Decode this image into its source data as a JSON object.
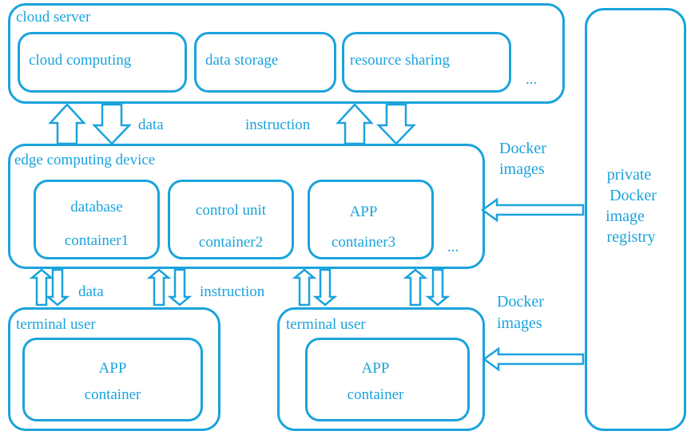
{
  "cloud_server": {
    "title": "cloud server",
    "modules": [
      "cloud computing",
      "data storage",
      "resource sharing"
    ],
    "more": "..."
  },
  "edge_device": {
    "title": "edge computing device",
    "containers": [
      {
        "top": "database",
        "bottom": "container1"
      },
      {
        "top": "control unit",
        "bottom": "container2"
      },
      {
        "top": "APP",
        "bottom": "container3"
      }
    ],
    "more": "..."
  },
  "terminals": [
    {
      "title": "terminal user",
      "top": "APP",
      "bottom": "container"
    },
    {
      "title": "terminal user",
      "top": "APP",
      "bottom": "container"
    }
  ],
  "registry": {
    "lines": [
      "private",
      "Docker",
      "image",
      "registry"
    ]
  },
  "labels": {
    "cloud_data": "data",
    "cloud_instruction": "instruction",
    "edge_data": "data",
    "edge_instruction": "instruction",
    "docker_images_top_1": "Docker",
    "docker_images_top_2": "images",
    "docker_images_bottom_1": "Docker",
    "docker_images_bottom_2": "images"
  },
  "colors": {
    "accent": "#1aa3dc"
  }
}
